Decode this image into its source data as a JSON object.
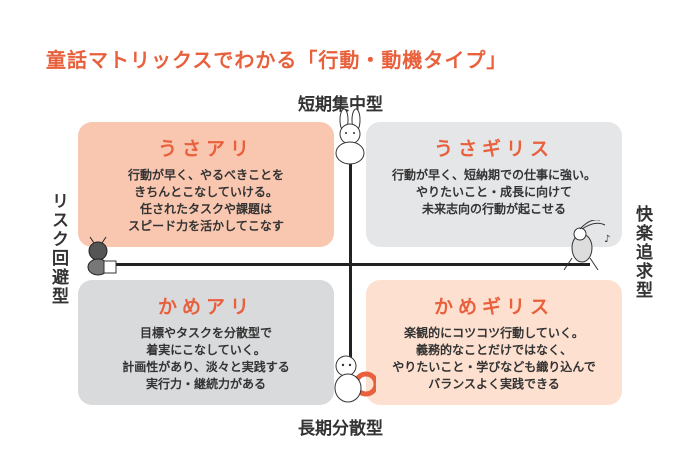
{
  "title": "童話マトリックスでわかる「行動・動機タイプ」",
  "axes": {
    "top": "短期集中型",
    "bottom": "長期分散型",
    "left": "リスク回避型",
    "right": "快楽追求型"
  },
  "quadrants": [
    {
      "name": "うさアリ",
      "lines": [
        "行動が早く、やるべきことを",
        "きちんとこなしていける。",
        "任されたタスクや課題は",
        "スピード力を活かしてこなす"
      ]
    },
    {
      "name": "うさギリス",
      "lines": [
        "行動が早く、短納期での仕事に強い。",
        "やりたいこと・成長に向けて",
        "未来志向の行動が起こせる"
      ]
    },
    {
      "name": "かめアリ",
      "lines": [
        "目標やタスクを分散型で",
        "着実にこなしていく。",
        "計画性があり、淡々と実践する",
        "実行力・継続力がある"
      ]
    },
    {
      "name": "かめギリス",
      "lines": [
        "楽観的にコツコツ行動していく。",
        "義務的なことだけではなく、",
        "やりたいこと・学びなども織り込んで",
        "バランスよく実践できる"
      ]
    }
  ],
  "colors": {
    "accent": "#e8603c",
    "ul": "#f9c6b0",
    "ur": "#e5e6e8",
    "ll": "#d9dadc",
    "lr": "#fde0d0"
  }
}
